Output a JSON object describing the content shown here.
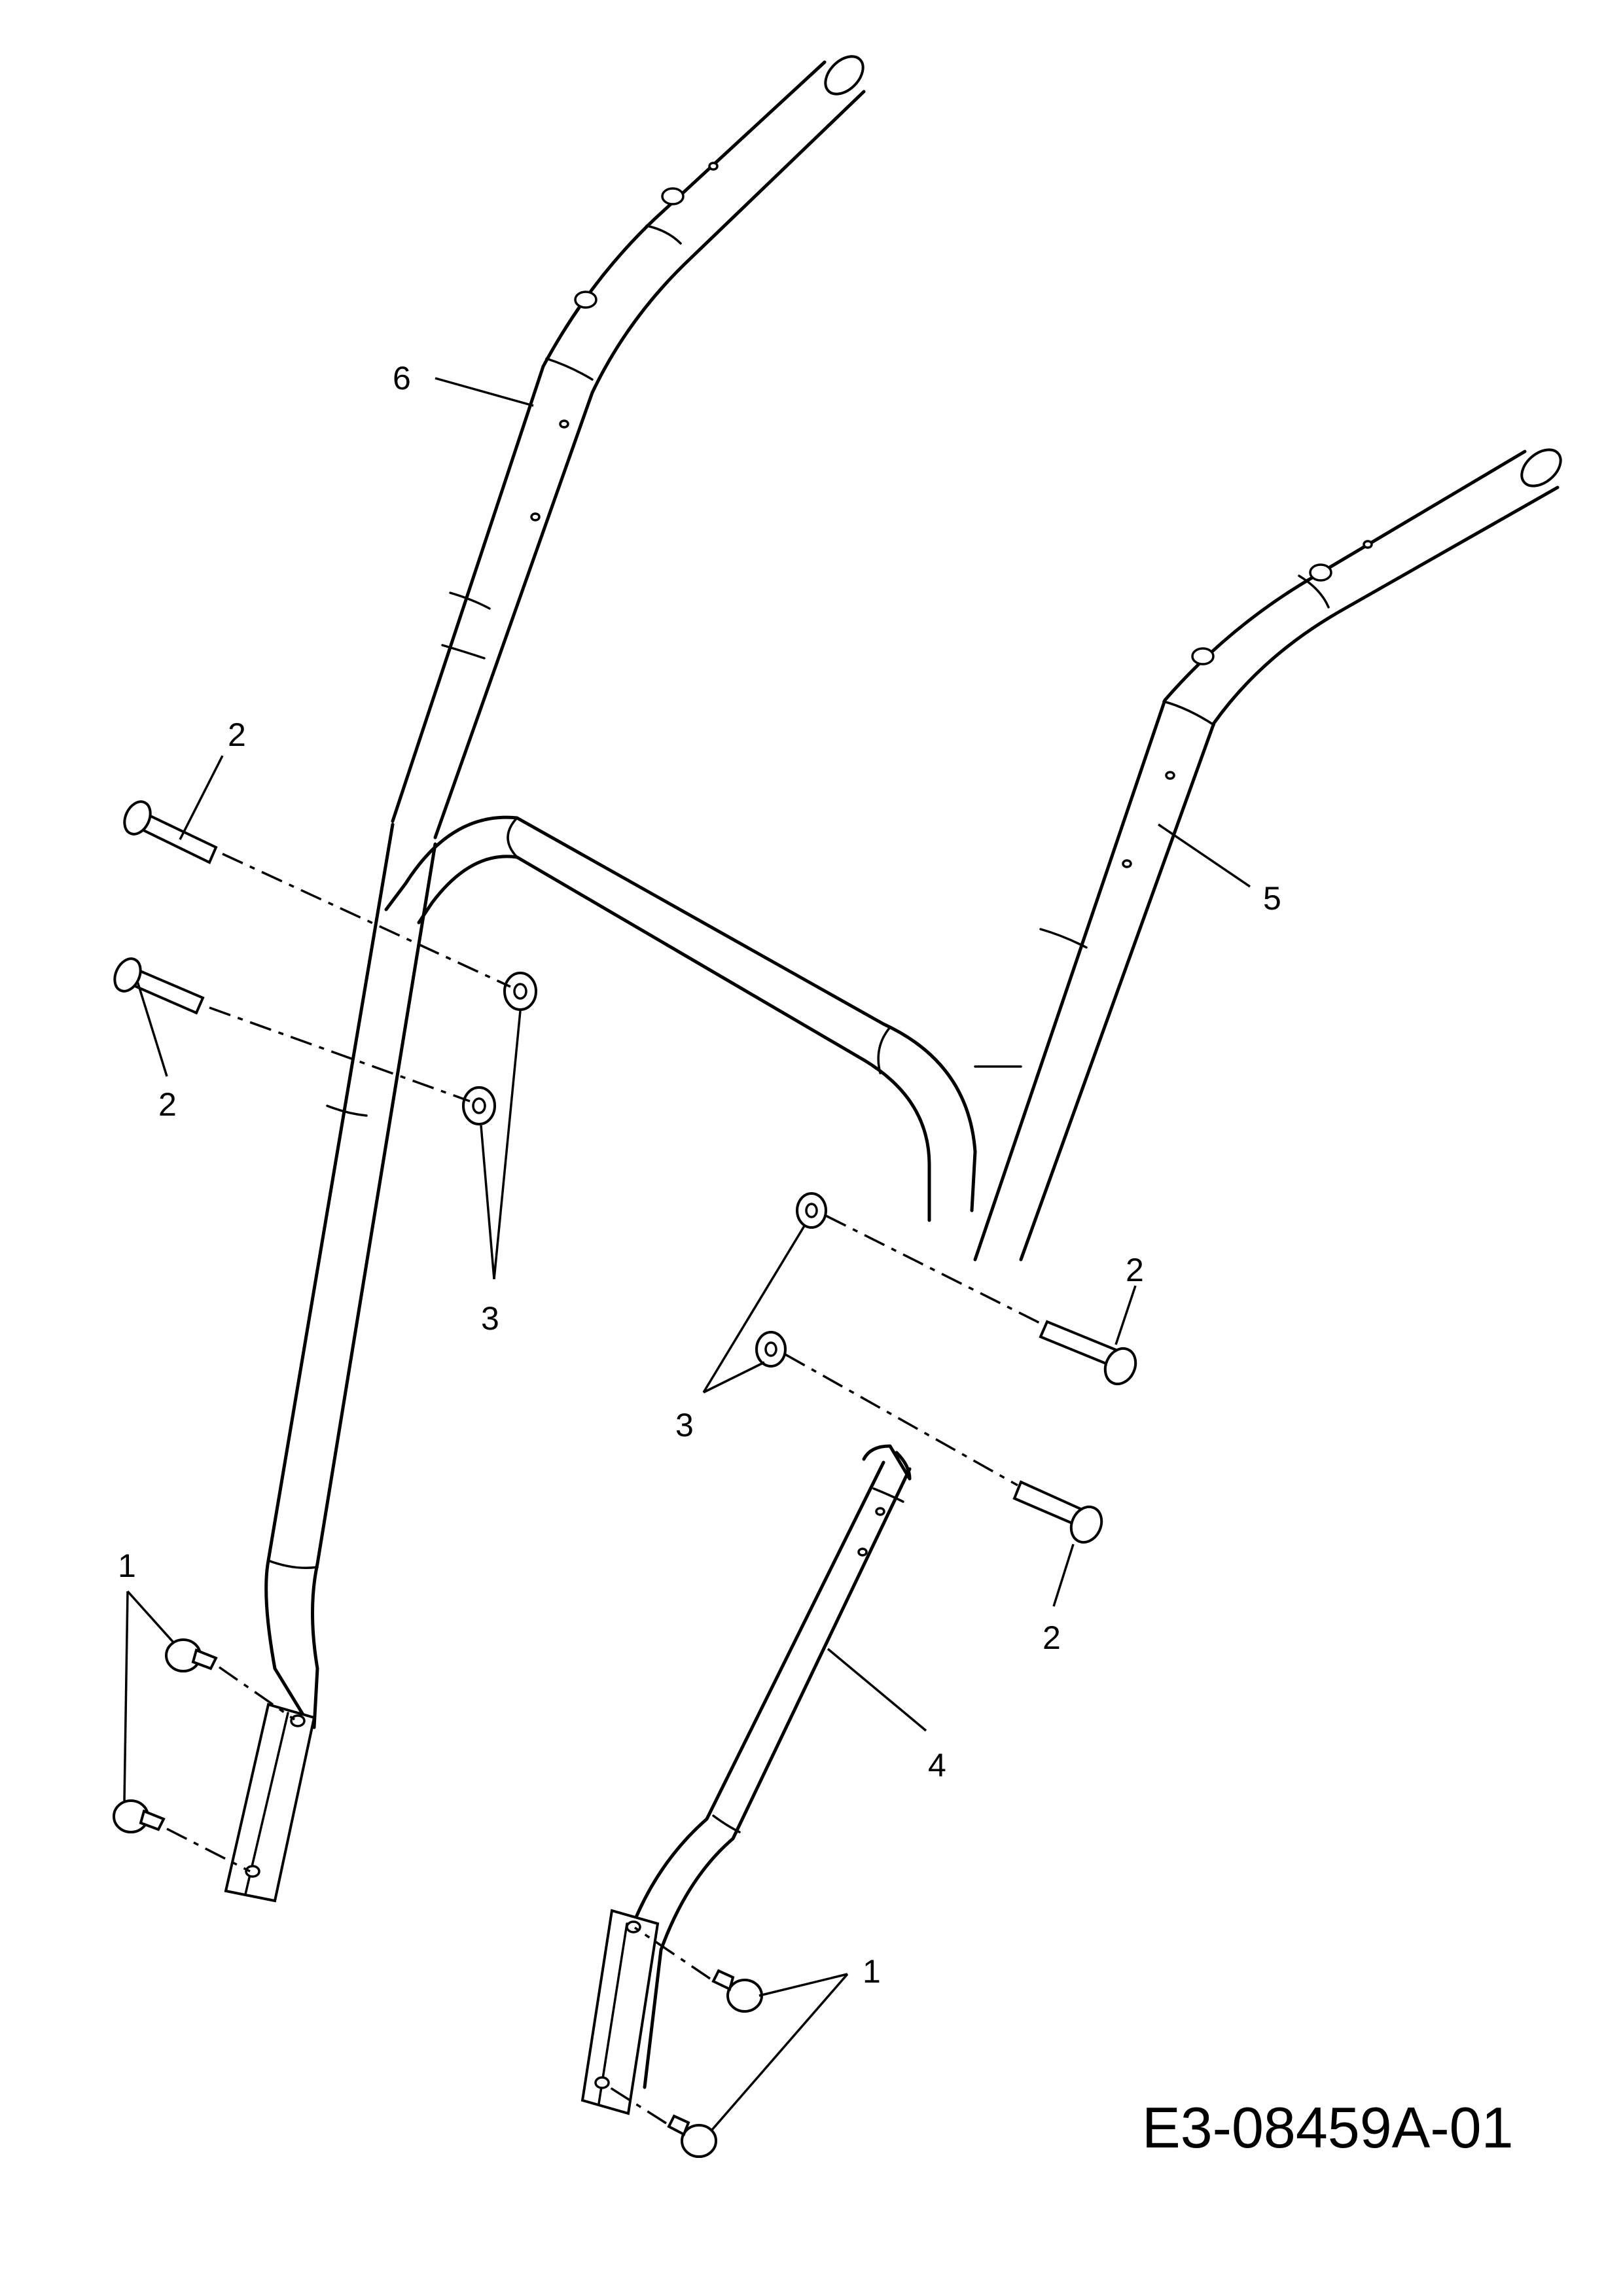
{
  "drawing_number": "E3-08459A-01",
  "callouts": [
    {
      "id": "c6",
      "label": "6"
    },
    {
      "id": "c5",
      "label": "5"
    },
    {
      "id": "c4",
      "label": "4"
    },
    {
      "id": "c2a",
      "label": "2"
    },
    {
      "id": "c2b",
      "label": "2"
    },
    {
      "id": "c2c",
      "label": "2"
    },
    {
      "id": "c2d",
      "label": "2"
    },
    {
      "id": "c3a",
      "label": "3"
    },
    {
      "id": "c3b",
      "label": "3"
    },
    {
      "id": "c1a",
      "label": "1"
    },
    {
      "id": "c1b",
      "label": "1"
    }
  ]
}
